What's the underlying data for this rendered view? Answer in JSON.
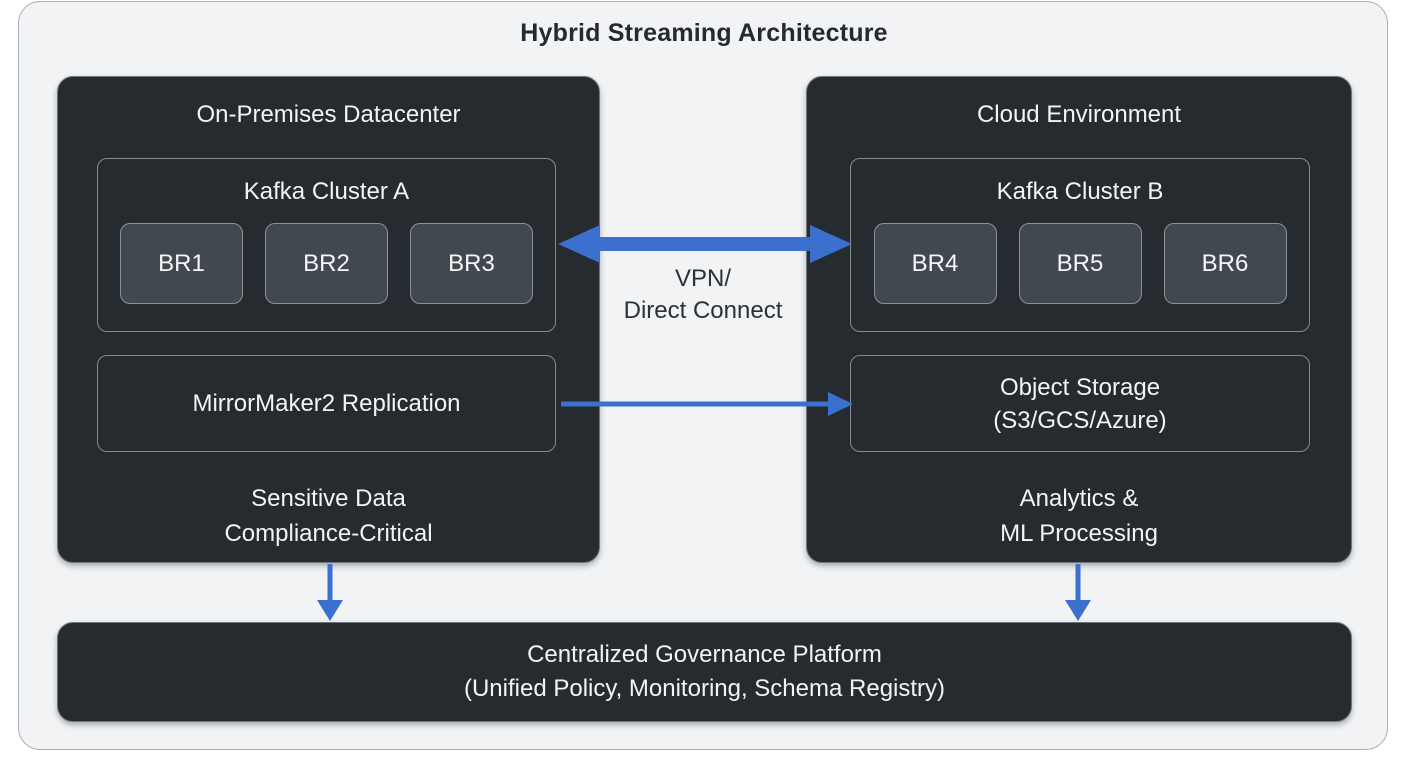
{
  "title": "Hybrid Streaming Architecture",
  "onprem": {
    "title": "On-Premises Datacenter",
    "cluster": {
      "title": "Kafka Cluster A",
      "brokers": [
        "BR1",
        "BR2",
        "BR3"
      ]
    },
    "replication_label": "MirrorMaker2 Replication",
    "caption_line1": "Sensitive Data",
    "caption_line2": "Compliance-Critical"
  },
  "cloud": {
    "title": "Cloud Environment",
    "cluster": {
      "title": "Kafka Cluster B",
      "brokers": [
        "BR4",
        "BR5",
        "BR6"
      ]
    },
    "storage_line1": "Object Storage",
    "storage_line2": "(S3/GCS/Azure)",
    "caption_line1": "Analytics &",
    "caption_line2": "ML Processing"
  },
  "link": {
    "label_line1": "VPN/",
    "label_line2": "Direct Connect"
  },
  "governance": {
    "line1": "Centralized Governance Platform",
    "line2": "(Unified Policy, Monitoring, Schema Registry)"
  },
  "colors": {
    "accent_blue": "#3b70cf",
    "zone_background": "#262b30",
    "broker_background": "#41484f",
    "canvas_background": "#f1f3f5",
    "light_text": "#f2f4f6",
    "dark_text": "#26292e"
  }
}
